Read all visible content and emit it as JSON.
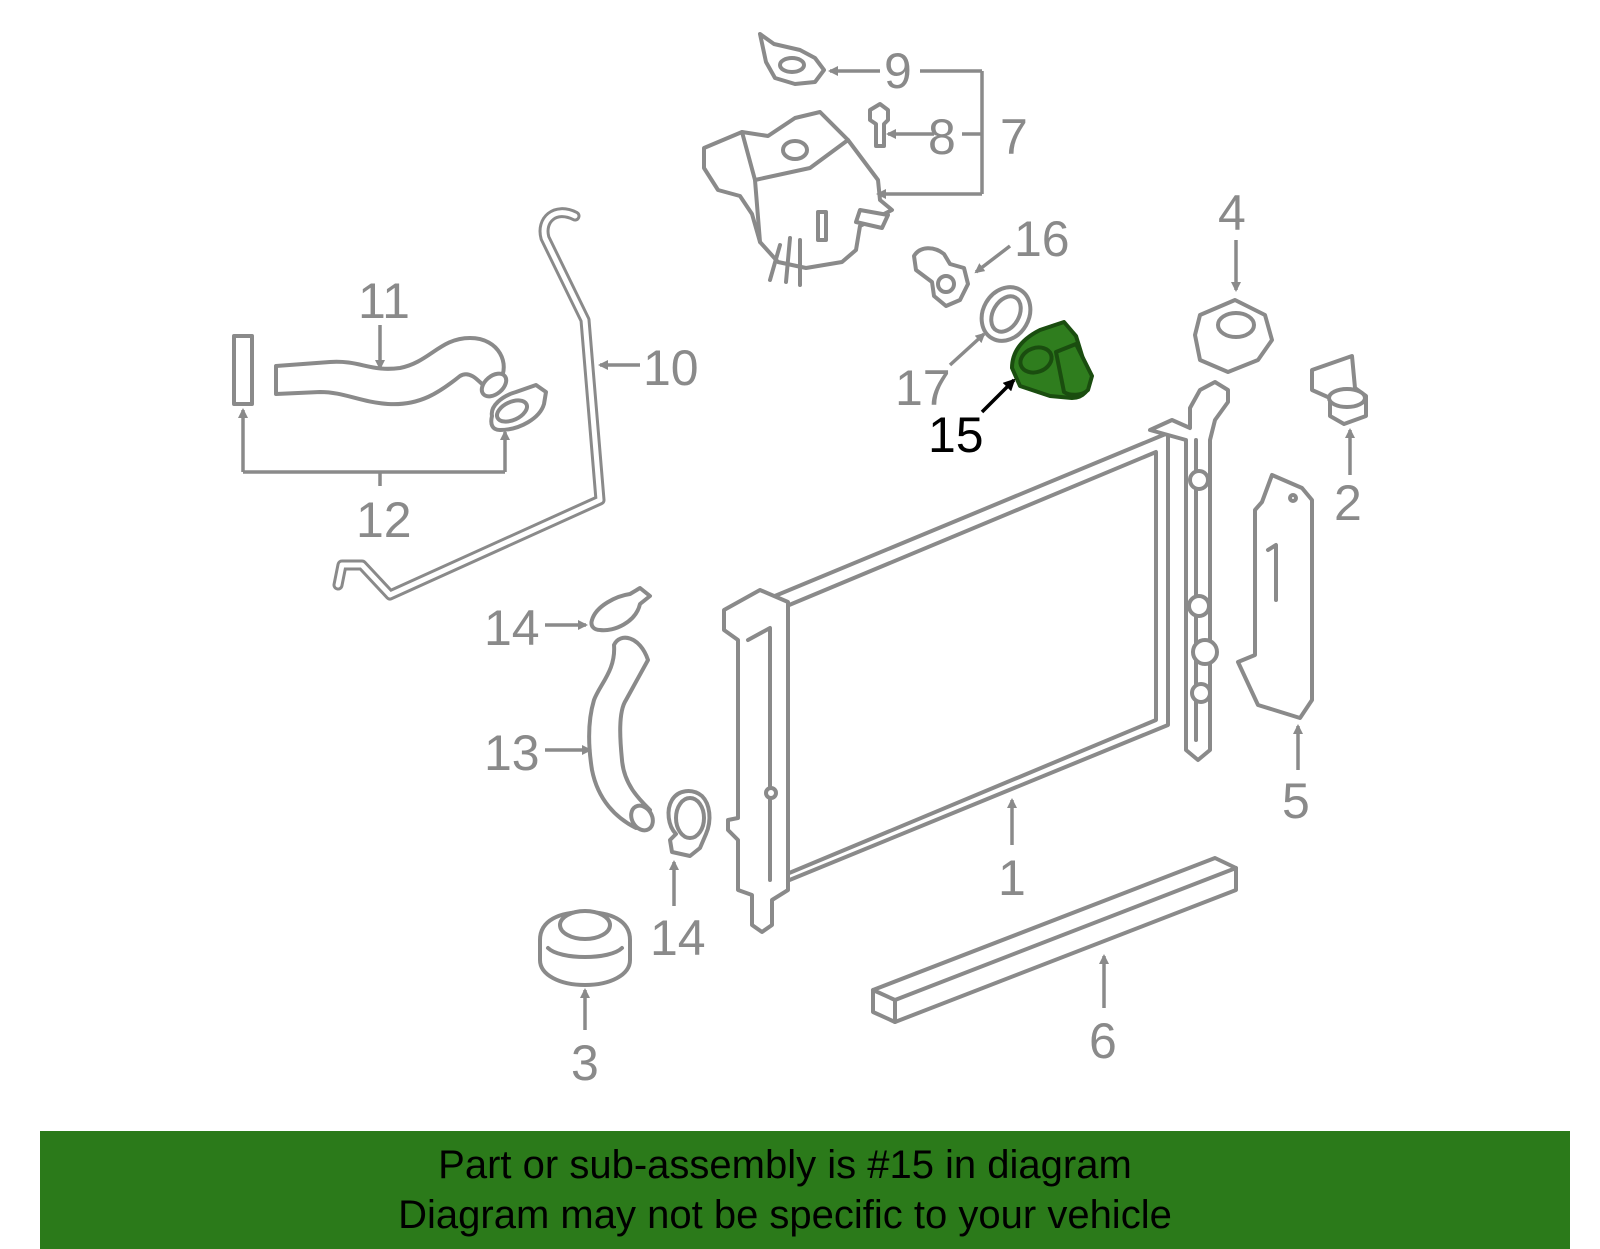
{
  "callouts": {
    "c1": "1",
    "c2": "2",
    "c3": "3",
    "c4": "4",
    "c5": "5",
    "c6": "6",
    "c7": "7",
    "c8": "8",
    "c9": "9",
    "c10": "10",
    "c11": "11",
    "c12": "12",
    "c13": "13",
    "c14a": "14",
    "c14b": "14",
    "c15": "15",
    "c16": "16",
    "c17": "17"
  },
  "highlight_part": "15",
  "colors": {
    "highlight": "#2f7d1e",
    "banner": "#2b7a1a",
    "line": "#8a8a8a"
  },
  "banner": {
    "line1": "Part or sub-assembly is #15 in diagram",
    "line2": "Diagram may not be specific to your vehicle"
  }
}
